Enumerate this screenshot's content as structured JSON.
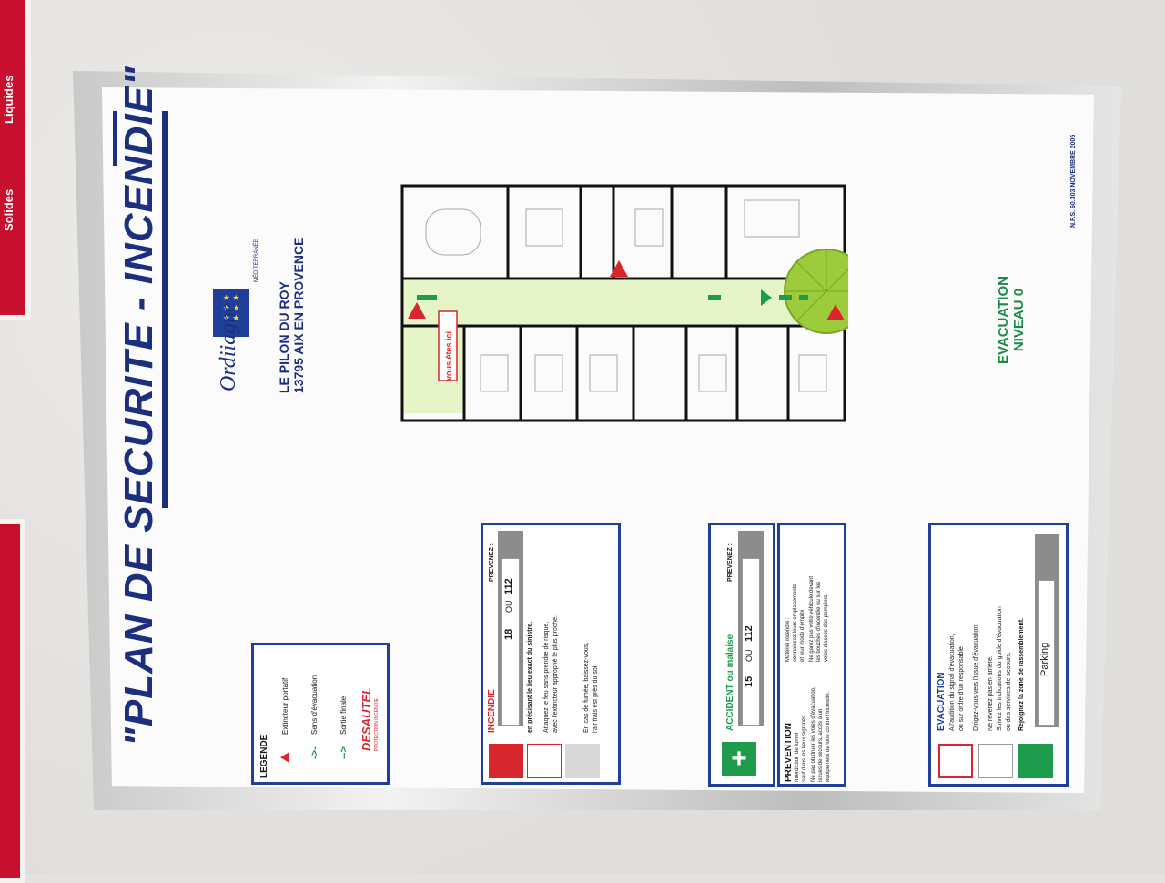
{
  "wall_sign_top": {
    "line1": "Liquides",
    "line2": "Solides"
  },
  "poster": {
    "title": "\"PLAN DE SECURITE - INCENDIE\"",
    "logo_name": "Ordiiagne",
    "logo_sub": "MÉDITERRANÉE",
    "address_line1": "LE PILON DU ROY",
    "address_line2": "13795 AIX EN PROVENCE",
    "norm": "N.F.S. 60.303  NOVEMBRE 2005",
    "evac_title_line1": "EVACUATION",
    "evac_title_line2": "NIVEAU 0",
    "you_are_here": "vous êtes ici"
  },
  "legend": {
    "title": "LEGENDE",
    "items": [
      "Extincteur portatif",
      "Sens d'évacuation",
      "Sortie finale"
    ],
    "brand": "DESAUTEL",
    "brand_sub": "PROTECTION INCENDIE"
  },
  "incendie": {
    "title": "INCENDIE",
    "prevenez": "PREVENEZ :",
    "num1": "18",
    "ou": "OU",
    "num2": "112",
    "line1": "en précisant le lieu exact du sinistre.",
    "line2": "Attaquez le feu sans prendre de risque,",
    "line3": "avec l'extincteur approprié le plus proche.",
    "line4": "En cas de fumée, baissez-vous,",
    "line5": "l'air frais est près du sol."
  },
  "accident": {
    "title": "ACCIDENT ou malaise",
    "prevenez": "PREVENEZ :",
    "num1": "15",
    "ou": "OU",
    "num2": "112"
  },
  "prevention": {
    "title": "PREVENTION",
    "col1": [
      "Interdiction de fumer",
      "sauf dans les lieux signalés.",
      "Ne pas obstruer les voies d'évacuation,",
      "issues de secours, accès à un",
      "équipement de lutte contre l'incendie."
    ],
    "col2": [
      "Matériel incendie :",
      "connaissez leurs emplacements",
      "et leur mode d'emploi",
      "Ne garez pas votre véhicule devant",
      "les bouches d'incendie ou sur les",
      "voies d'accès des pompiers."
    ]
  },
  "evacuation": {
    "title": "EVACUATION",
    "lines": [
      "A l'audition du signal d'évacuation,",
      "ou sur ordre d'un responsable :",
      "Dirigez-vous vers l'issue d'évacuation,",
      "Ne revenez pas en arrière.",
      "Suivez les indications du guide d'évacuation",
      "ou des services de secours,",
      "Rejoignez la zone de rassemblement."
    ],
    "assembly": "Parking"
  },
  "colors": {
    "navy": "#1b2f7e",
    "red": "#d7262d",
    "green": "#1e9b4c",
    "corridor": "#e6f5c8"
  }
}
